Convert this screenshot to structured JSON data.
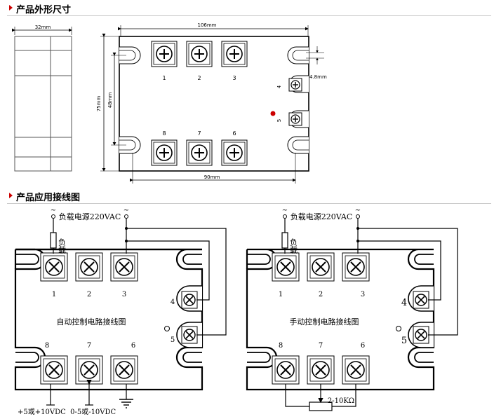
{
  "sections": {
    "dimensions_title": "产品外形尺寸",
    "wiring_title": "产品应用接线图"
  },
  "dimensions": {
    "width_side": "32mm",
    "width_top": "106mm",
    "height_outer": "75mm",
    "height_inner": "48mm",
    "hole_spacing": "90mm",
    "terminal_gap": "4.8mm",
    "terminals_top": [
      "1",
      "2",
      "3"
    ],
    "terminals_bottom": [
      "8",
      "7",
      "6"
    ],
    "terminal_4": "4",
    "terminal_5": "5"
  },
  "wiring_auto": {
    "supply_label": "负载电源220VAC",
    "tilde": "~",
    "load_label": "负载",
    "terminals_top": [
      "1",
      "2",
      "3"
    ],
    "terminals_bottom": [
      "8",
      "7",
      "6"
    ],
    "terminal_4": "4",
    "terminal_5": "5",
    "caption": "自动控制电路接线图",
    "input_label": "+5或+10VDC  0-5或-10VDC"
  },
  "wiring_manual": {
    "supply_label": "负载电源220VAC",
    "tilde": "~",
    "load_label": "负载",
    "terminals_top": [
      "1",
      "2",
      "3"
    ],
    "terminals_bottom": [
      "8",
      "7",
      "6"
    ],
    "terminal_4": "4",
    "terminal_5": "5",
    "caption": "手动控制电路接线图",
    "pot_label": "2-10KΩ"
  },
  "colors": {
    "indicator": "#cc0000",
    "bullet": "#cc0000"
  },
  "icons": {
    "section_bullet": "triangle-right-icon",
    "terminal": "screw-terminal-icon",
    "ground": "ground-icon",
    "potentiometer": "potentiometer-icon",
    "load": "resistor-icon"
  }
}
